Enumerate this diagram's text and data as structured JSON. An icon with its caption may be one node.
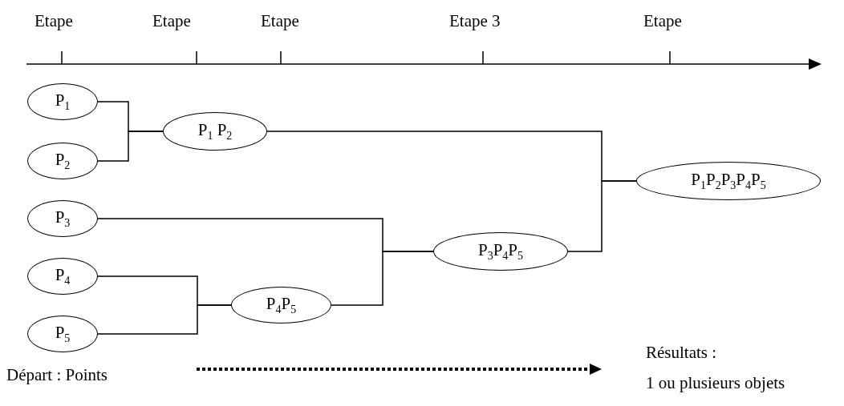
{
  "diagram": {
    "nodes": [
      {
        "text": [
          "P$_{1}$"
        ]
      },
      {
        "text": [
          "P$_{2}$"
        ]
      },
      {
        "text": [
          "P$_{1}$ P$_{2}$"
        ]
      },
      {
        "text": [
          "P$_{3}$"
        ]
      },
      {
        "text": [
          "P$_{4}$"
        ]
      },
      {
        "text": [
          "P$_{5}$"
        ]
      },
      {
        "text": [
          "P$_{4}$P$_{5}$"
        ]
      },
      {
        "text": [
          "P$_{3}$P$_{4}$P$_{5}$"
        ]
      },
      {
        "text": [
          "P$_{1}$P$_{2}$P$_{3}$P$_{4}$P$_{5}$"
        ]
      }
    ],
    "edges": [
      {
        "from": 0,
        "to": 2,
        "arrow": "none"
      },
      {
        "from": 1,
        "to": 2,
        "arrow": "none"
      },
      {
        "from": 2,
        "to": 8,
        "arrow": "none"
      },
      {
        "from": 3,
        "to": 7,
        "arrow": "none"
      },
      {
        "from": 4,
        "to": 6,
        "arrow": "none"
      },
      {
        "from": 5,
        "to": 6,
        "arrow": "none"
      },
      {
        "from": 6,
        "to": 7,
        "arrow": "none"
      },
      {
        "from": 7,
        "to": 8,
        "arrow": "none"
      }
    ],
    "labels": [
      "Etape",
      "Etape",
      "Etape",
      "Etape 3",
      "Etape",
      "Départ : Points",
      "Résultats :",
      "1 ou plusieurs objets"
    ]
  }
}
